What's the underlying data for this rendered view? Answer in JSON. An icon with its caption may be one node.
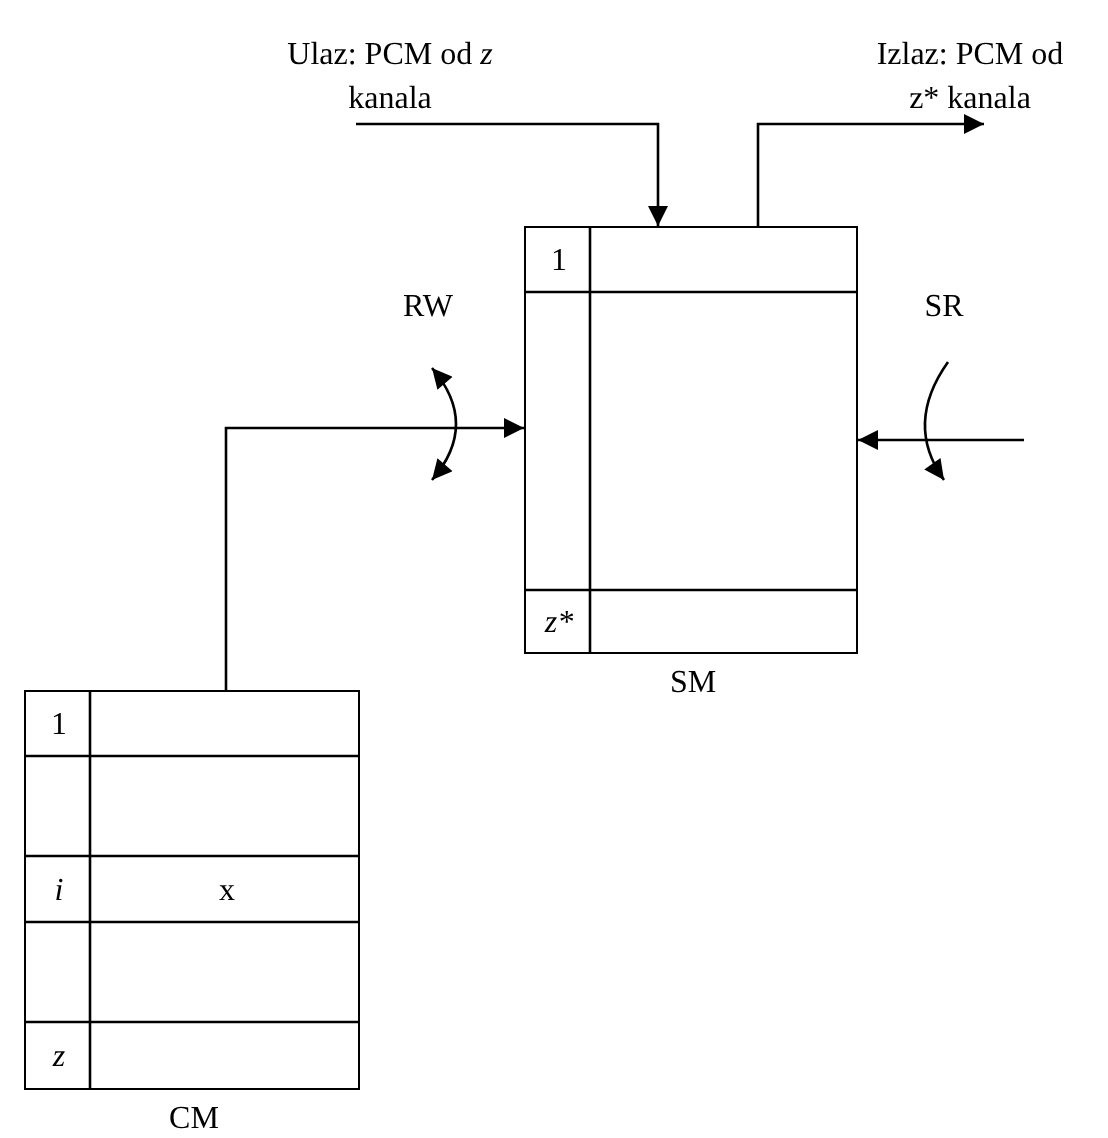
{
  "diagram": {
    "nodes": [
      {
        "text": [
          "Ulaz: PCM od *z* kanala"
        ]
      },
      {
        "text": [
          "Izlaz: PCM od z* kanala"
        ]
      },
      {
        "text": [],
        "shape": "box",
        "beside": [
          "SM"
        ]
      },
      {
        "text": [
          "1"
        ],
        "in": 2
      },
      {
        "text": [
          "z*"
        ],
        "in": 2
      },
      {
        "text": [],
        "shape": "box",
        "beside": [
          "CM"
        ]
      },
      {
        "text": [
          "1"
        ],
        "in": 5
      },
      {
        "text": [
          "i"
        ],
        "in": 5
      },
      {
        "text": [
          "x"
        ],
        "in": 5
      },
      {
        "text": [
          "z"
        ],
        "in": 5
      }
    ],
    "edges": [
      {
        "from": 0,
        "to": 2,
        "arrow": "to"
      },
      {
        "from": 2,
        "to": 1,
        "arrow": "to"
      },
      {
        "from": 5,
        "to": 2,
        "arrow": "to"
      },
      {
        "from": null,
        "to": 2,
        "arrow": "to"
      }
    ],
    "labels": [
      "RW",
      "SR"
    ]
  }
}
